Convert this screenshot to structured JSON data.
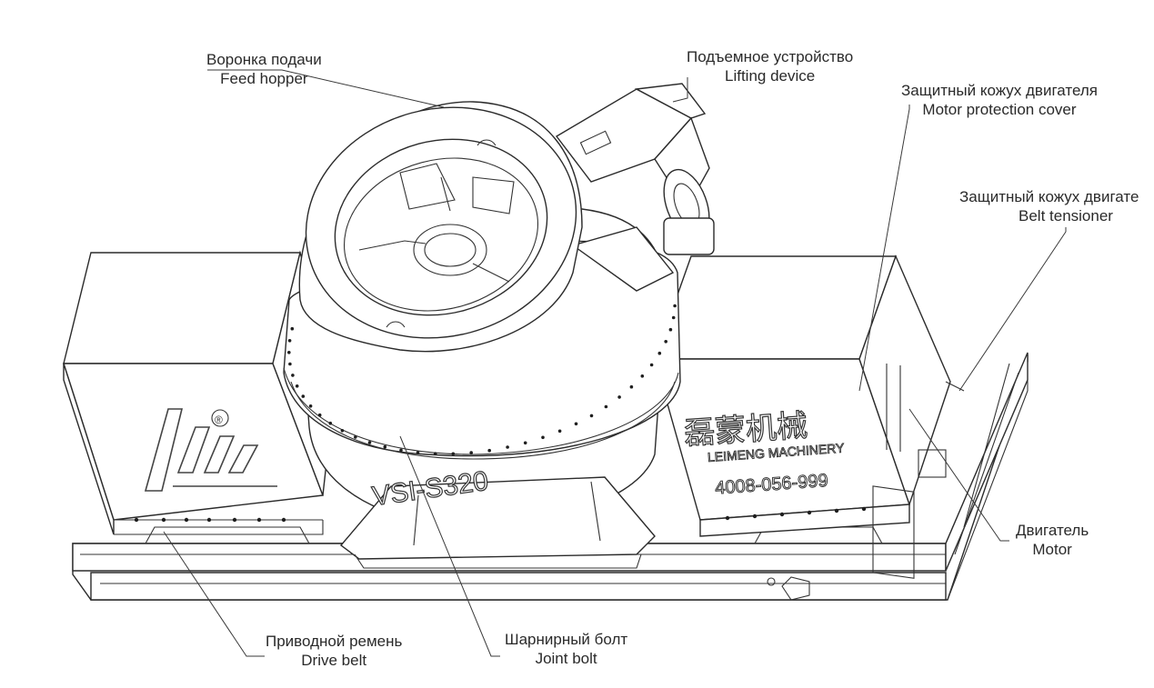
{
  "callouts": {
    "feed_hopper": {
      "ru": "Воронка подачи",
      "en": "Feed hopper"
    },
    "lifting_device": {
      "ru": "Подъемное устройство",
      "en": "Lifting device"
    },
    "motor_cover": {
      "ru": "Защитный кожух двигателя",
      "en": "Motor protection cover"
    },
    "belt_tensioner": {
      "ru": "Защитный кожух двигате",
      "en": "Belt tensioner"
    },
    "motor": {
      "ru": "Двигатель",
      "en": "Motor"
    },
    "drive_belt": {
      "ru": "Приводной ремень",
      "en": "Drive belt"
    },
    "joint_bolt": {
      "ru": "Шарнирный болт",
      "en": "Joint bolt"
    }
  },
  "machine": {
    "model": "VSI-S320",
    "brand_cn": "磊蒙机械",
    "brand_en": "LEIMENG MACHINERY",
    "phone": "4008-056-999",
    "registered_mark": "®"
  }
}
